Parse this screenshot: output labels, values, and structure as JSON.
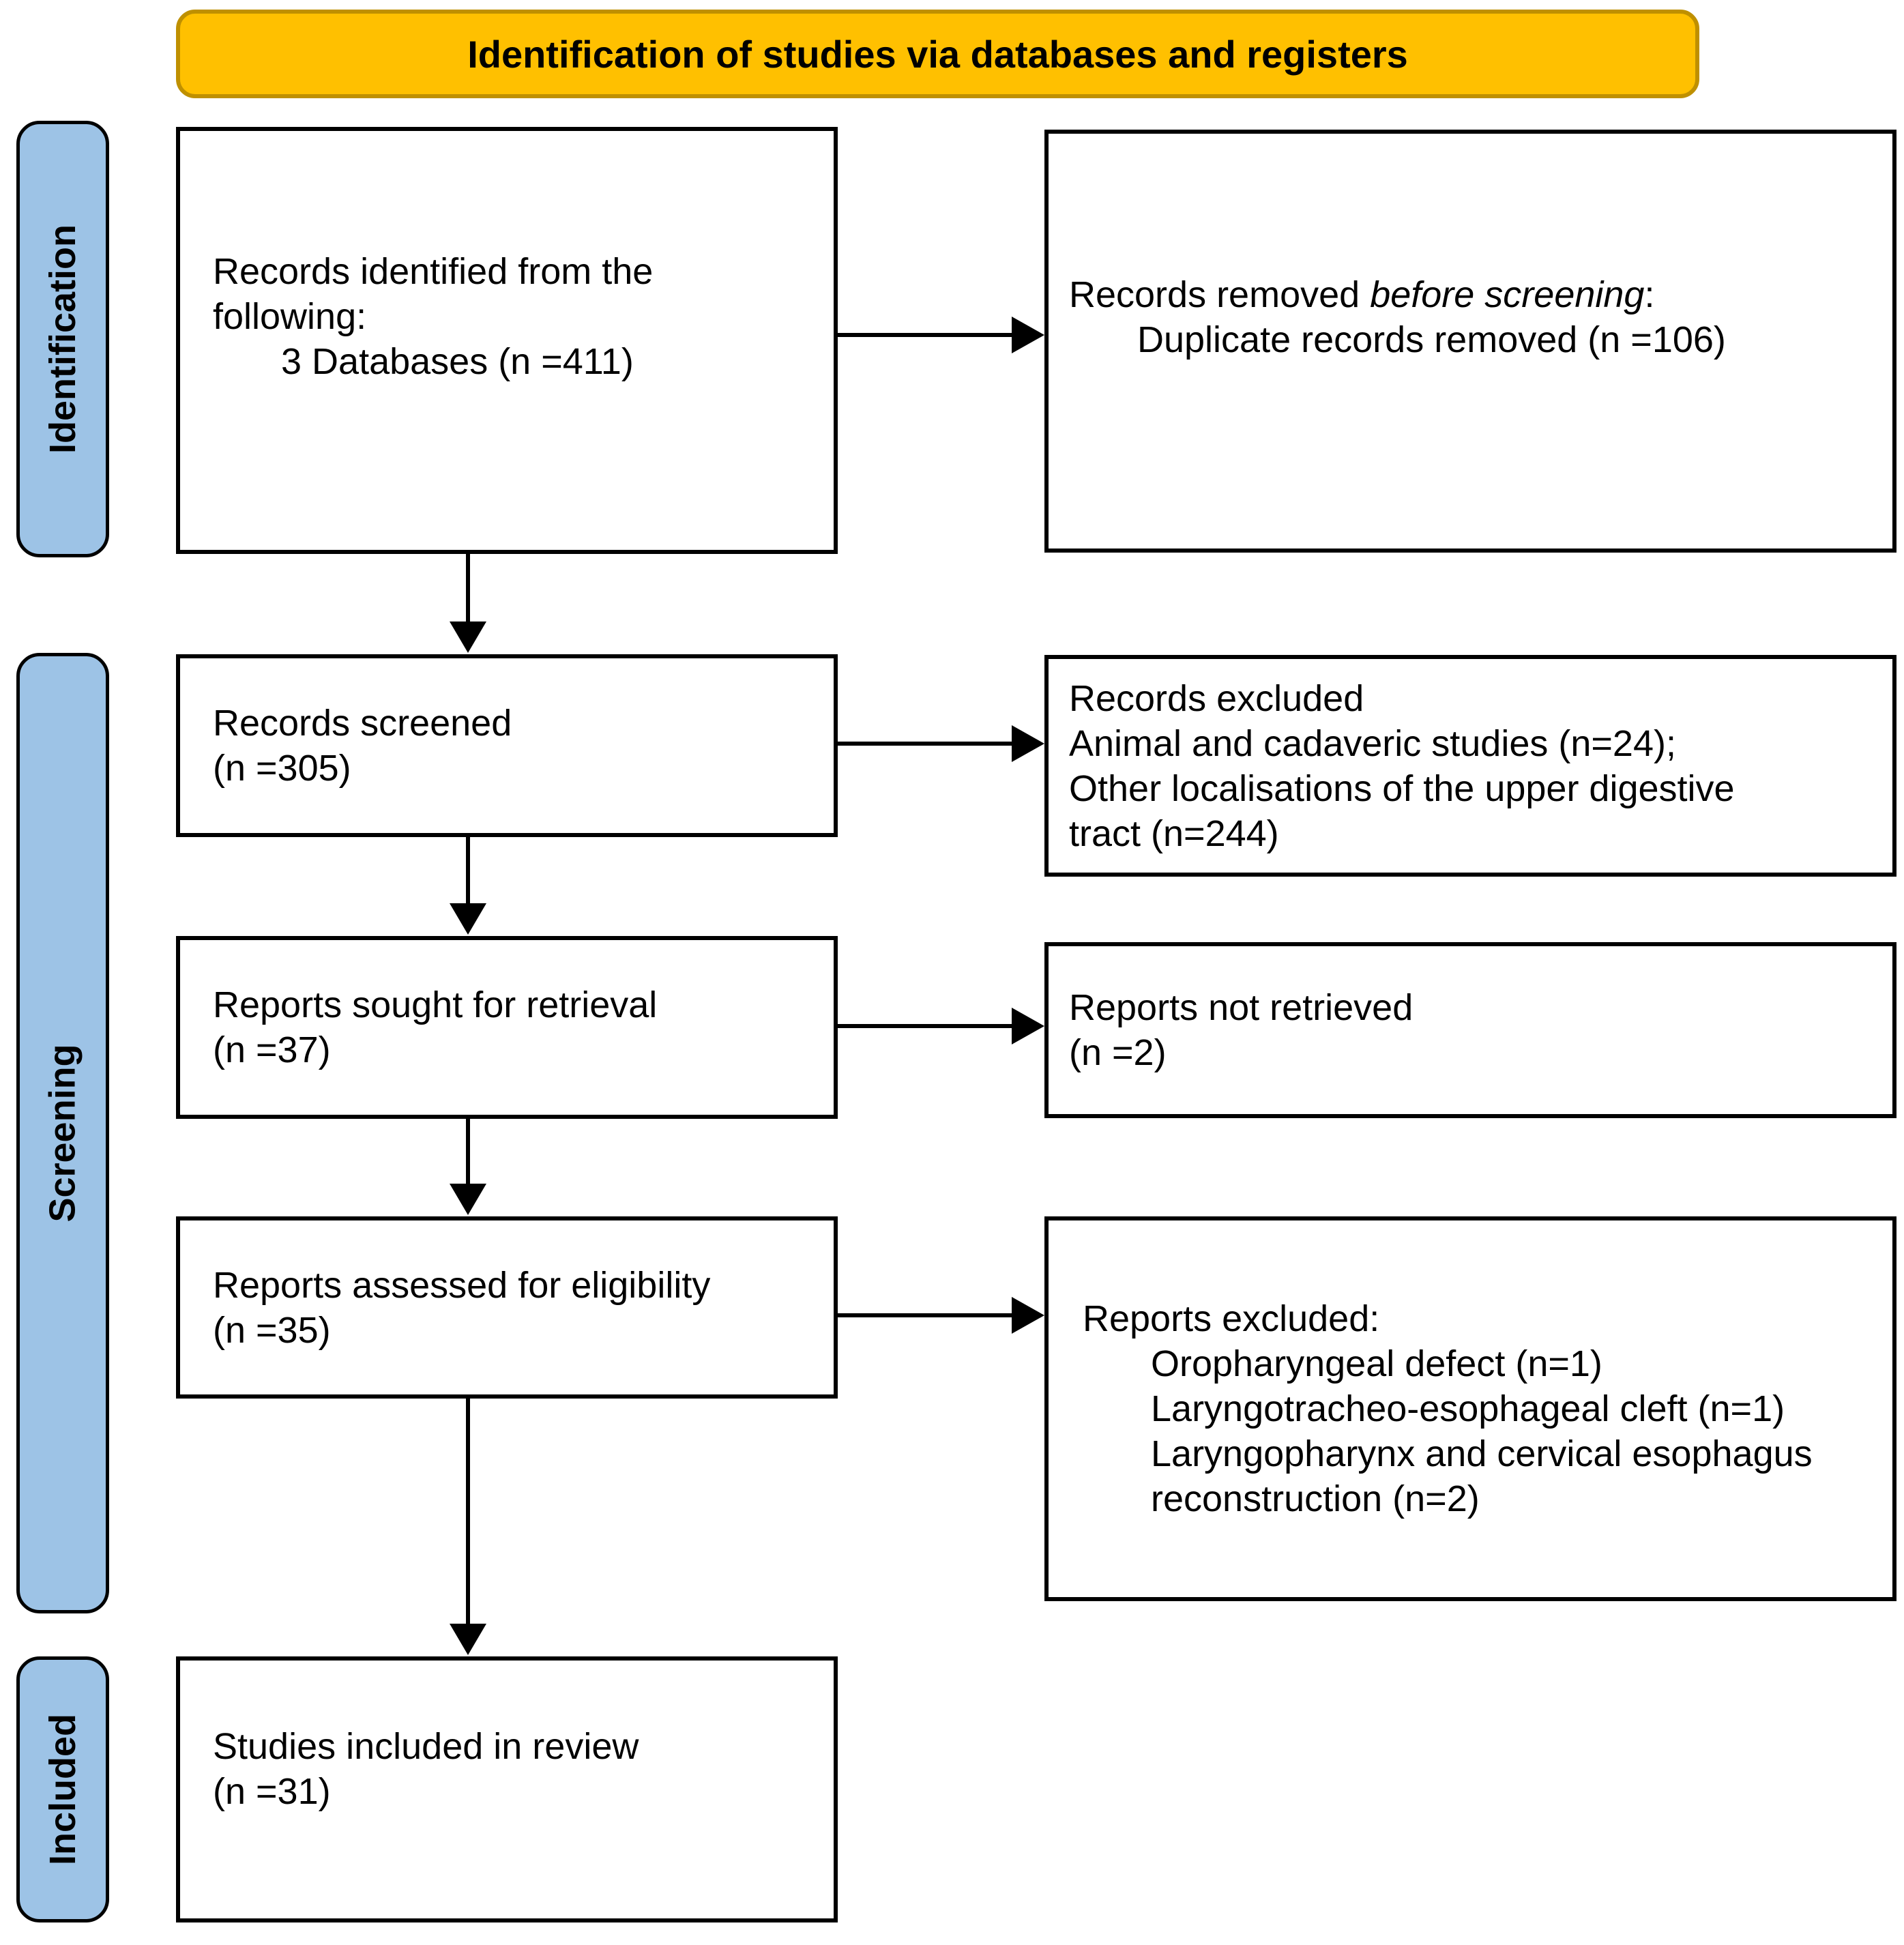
{
  "banner": {
    "label": "Identification of studies via databases and registers"
  },
  "colors": {
    "banner_fill": "#FFC000",
    "banner_border": "#BF9000",
    "stage_fill": "#9DC3E6",
    "box_border": "#000000"
  },
  "stages": {
    "identification": "Identification",
    "screening": "Screening",
    "included": "Included"
  },
  "boxes": {
    "records_identified": {
      "lines": [
        "Records identified from the",
        "following:"
      ],
      "indented_line": "3 Databases (n =411)"
    },
    "records_removed": {
      "prefix": "Records removed ",
      "italic": "before screening",
      "suffix": ":",
      "indented_line": "Duplicate records removed (n =106)"
    },
    "records_screened": {
      "lines": [
        "Records screened",
        "(n =305)"
      ]
    },
    "records_excluded": {
      "lines": [
        "Records excluded",
        "Animal and cadaveric studies (n=24);",
        "Other localisations of the upper digestive",
        "tract (n=244)"
      ]
    },
    "reports_sought": {
      "lines": [
        "Reports sought for retrieval",
        "(n =37)"
      ]
    },
    "reports_not_retrieved": {
      "lines": [
        "Reports not retrieved",
        "(n =2)"
      ]
    },
    "reports_assessed": {
      "lines": [
        "Reports assessed for eligibility",
        "(n =35)"
      ]
    },
    "reports_excluded": {
      "title": "Reports excluded:",
      "indented_lines": [
        "Oropharyngeal defect (n=1)",
        "Laryngotracheo-esophageal cleft (n=1)",
        "Laryngopharynx and cervical esophagus",
        "reconstruction (n=2)"
      ]
    },
    "studies_included": {
      "lines": [
        "Studies included in review",
        "(n =31)"
      ]
    }
  }
}
